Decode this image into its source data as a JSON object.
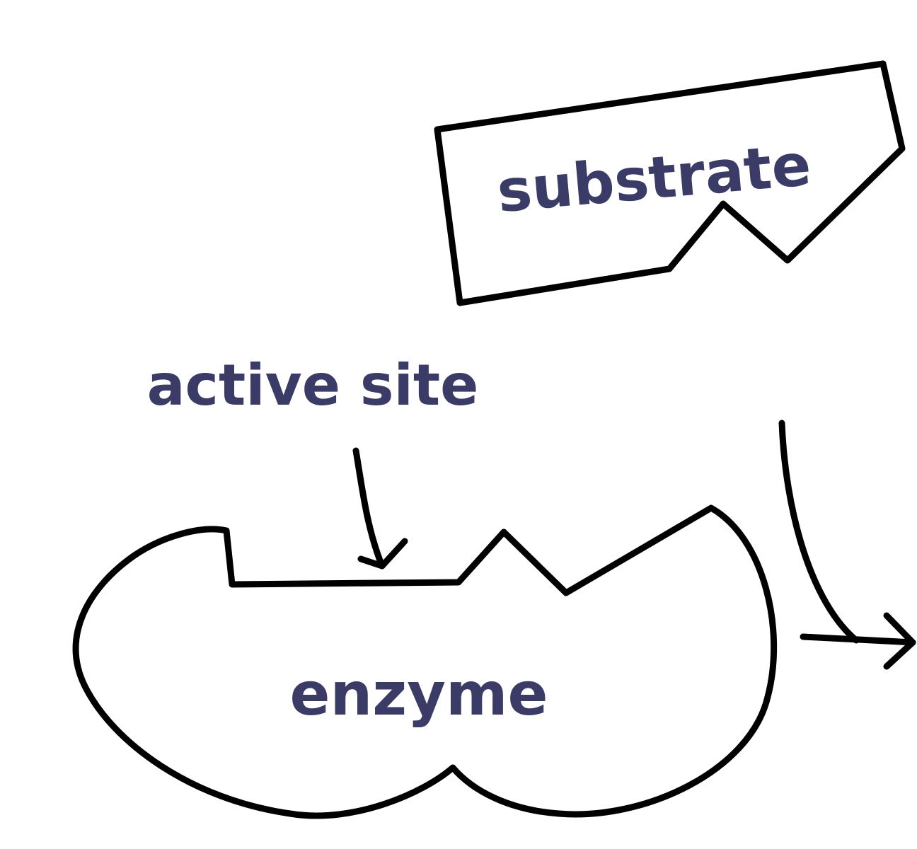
{
  "labels": {
    "substrate": "substrate",
    "active_site": "active site",
    "enzyme": "enzyme"
  },
  "colors": {
    "outline": "#000000",
    "label_text": "#3a3b66",
    "background": "#ffffff"
  },
  "icons": {
    "active_site_pointer": "curved-arrow-down-icon",
    "reaction_arrow": "curved-arrow-right-icon"
  }
}
